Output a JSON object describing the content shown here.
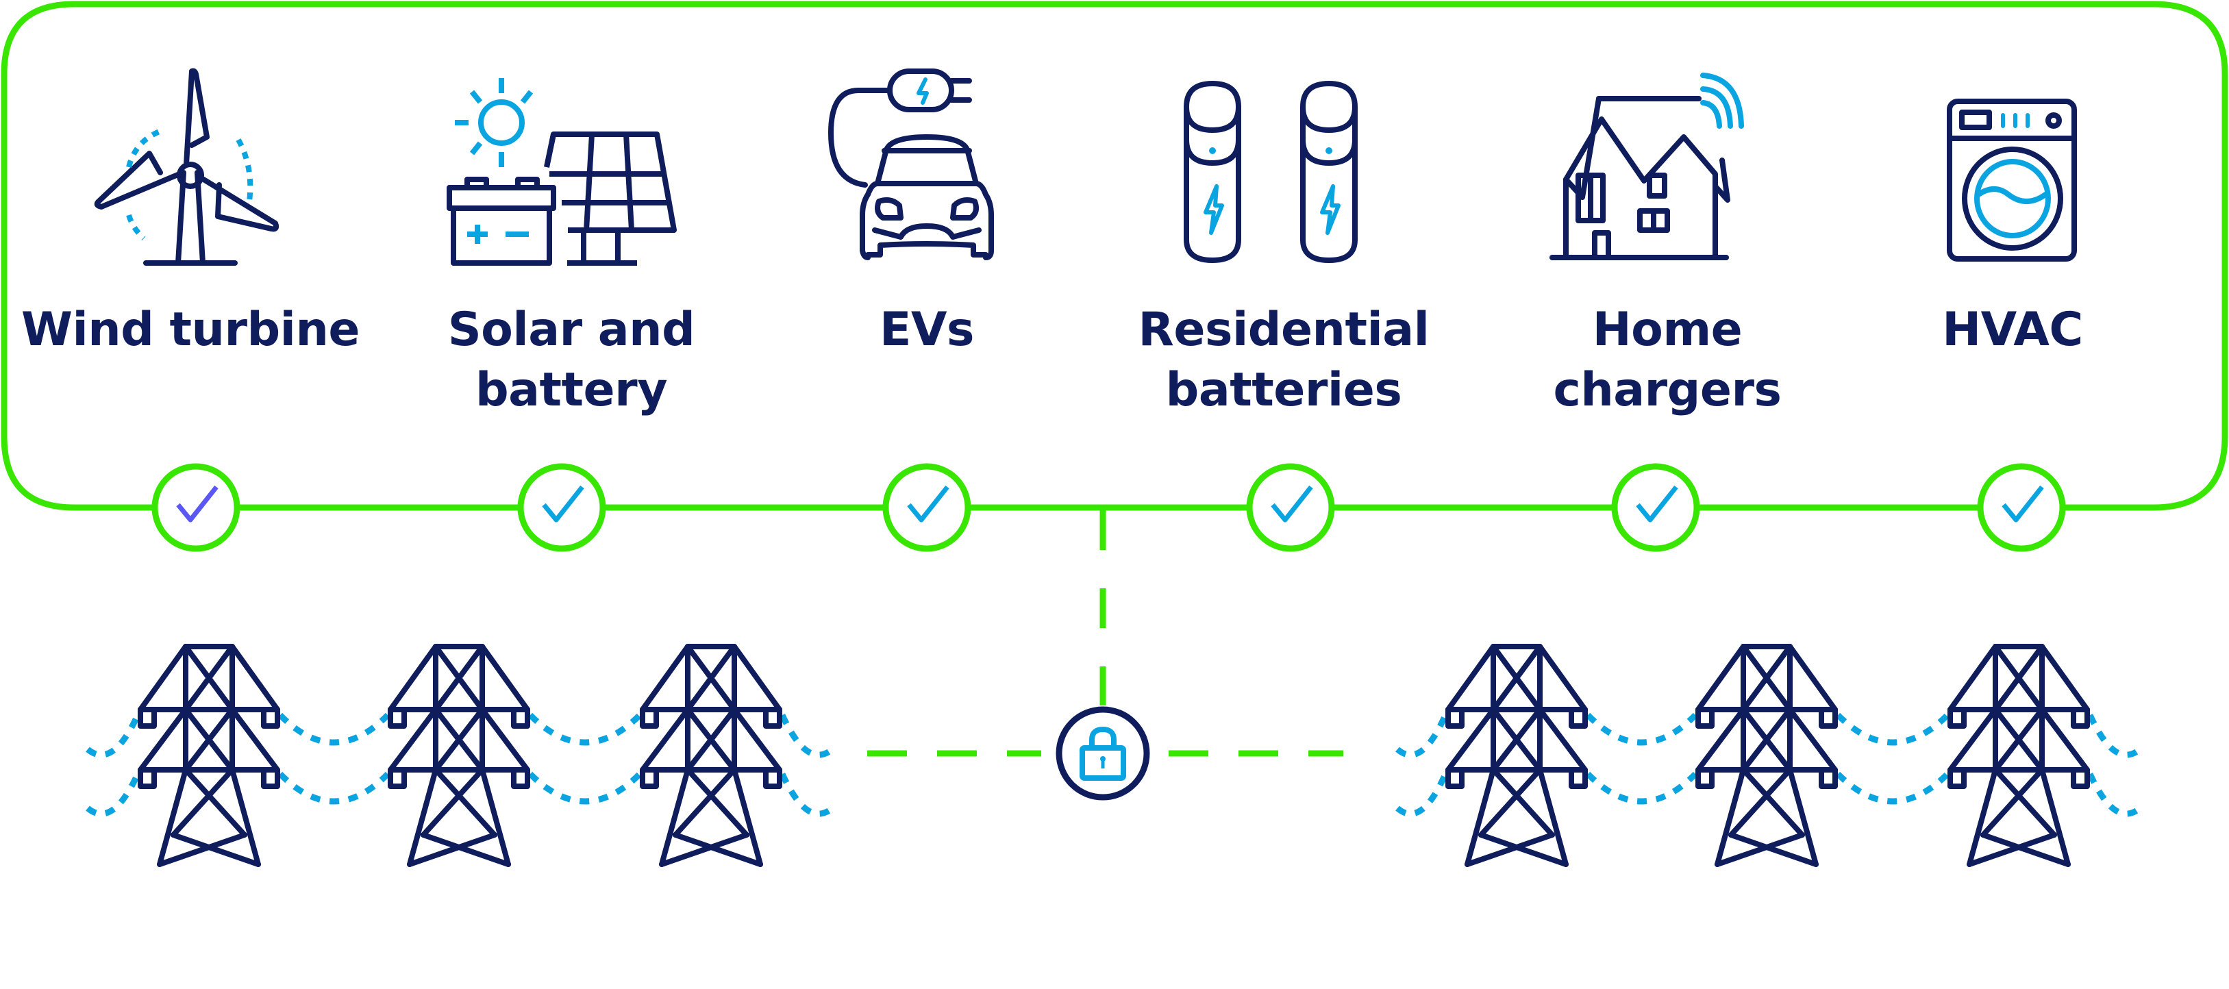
{
  "title": "Grid-connected distributed energy resources",
  "colors": {
    "navy": "#101d5c",
    "cyan": "#0aa5e0",
    "green": "#39e600",
    "purple": "#5b57f5",
    "background": "#ffffff"
  },
  "devices": [
    {
      "id": "wind-turbine",
      "icon": "wind-turbine-icon",
      "label_lines": [
        "Wind turbine"
      ],
      "status": "checked",
      "check_color": "purple"
    },
    {
      "id": "solar-and-battery",
      "icon": "solar-panel-battery-icon",
      "label_lines": [
        "Solar and",
        "battery"
      ],
      "status": "checked",
      "check_color": "cyan"
    },
    {
      "id": "evs",
      "icon": "electric-car-plug-icon",
      "label_lines": [
        "EVs"
      ],
      "status": "checked",
      "check_color": "cyan"
    },
    {
      "id": "residential-batteries",
      "icon": "battery-cells-icon",
      "label_lines": [
        "Residential",
        "batteries"
      ],
      "status": "checked",
      "check_color": "cyan"
    },
    {
      "id": "home-chargers",
      "icon": "smart-home-icon",
      "label_lines": [
        "Home",
        "chargers"
      ],
      "status": "checked",
      "check_color": "cyan"
    },
    {
      "id": "hvac",
      "icon": "washing-machine-icon",
      "label_lines": [
        "HVAC"
      ],
      "status": "checked",
      "check_color": "cyan"
    }
  ],
  "grid": {
    "left_towers": 3,
    "right_towers": 3,
    "connector_icon": "lock-icon",
    "connection_style": "dashed"
  }
}
